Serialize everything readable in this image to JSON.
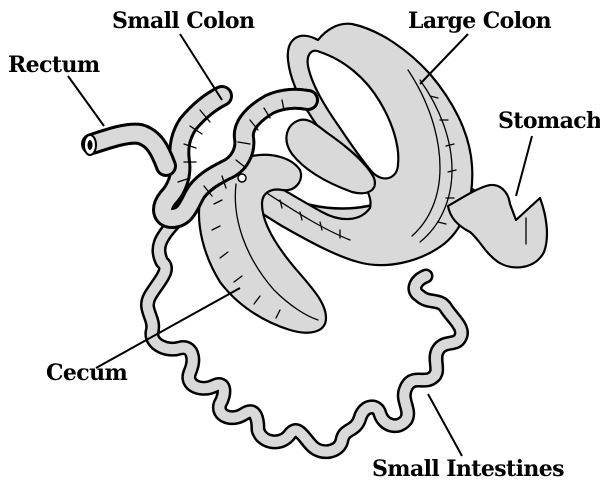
{
  "labels": {
    "small_colon": "Small Colon",
    "large_colon": "Large Colon",
    "rectum": "Rectum",
    "stomach": "Stomach",
    "cecum": "Cecum",
    "small_intestines": "Small Intestines"
  }
}
